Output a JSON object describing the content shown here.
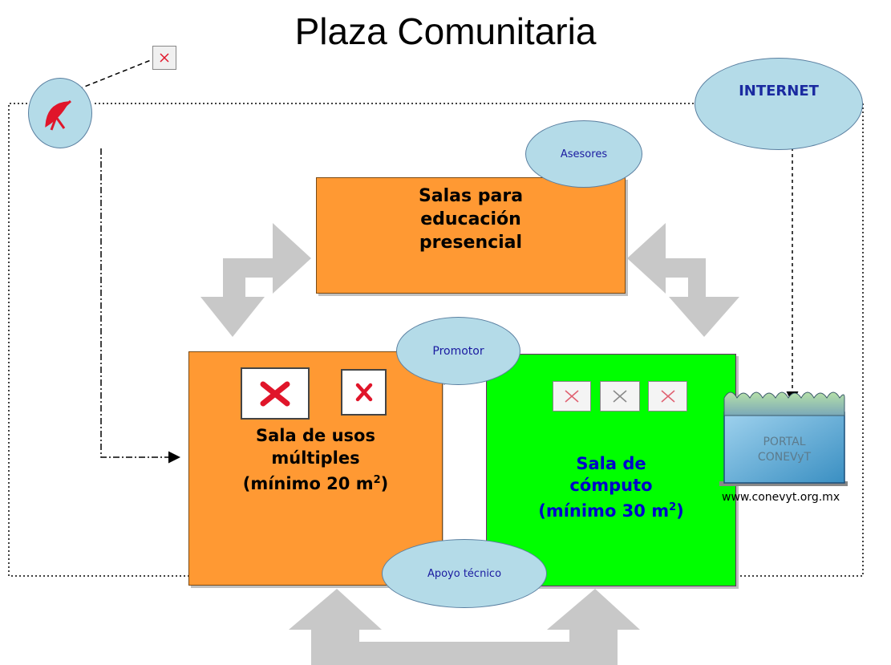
{
  "title": "Plaza Comunitaria",
  "rooms": {
    "top": {
      "line1": "Salas para",
      "line2": "educación",
      "line3": "presencial"
    },
    "left": {
      "line1": "Sala de usos",
      "line2": "múltiples",
      "line3": "(mínimo 20 m",
      "sup": "2",
      "close": ")"
    },
    "right": {
      "line1": "Sala de",
      "line2": "cómputo",
      "line3": "(mínimo 30 m",
      "sup": "2",
      "close": ")"
    }
  },
  "ovals": {
    "asesores": "Asesores",
    "promotor": "Promotor",
    "apoyo": "Apoyo técnico",
    "internet": "INTERNET"
  },
  "portal": {
    "line1": "PORTAL",
    "line2": "CONEVyT",
    "url": "www.conevyt.org.mx"
  },
  "colors": {
    "room_orange": "#ff9933",
    "room_green": "#00ff00",
    "oval_fill": "#b4dbe8",
    "arrow_gray": "#c8c8c8",
    "broken_image_red": "#e0152a"
  },
  "icons": [
    "satellite-dish-icon",
    "broken-image-icon",
    "portal-building-icon"
  ]
}
